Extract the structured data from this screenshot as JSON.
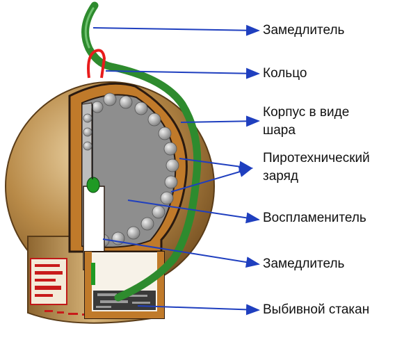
{
  "colors": {
    "outline": "#2a1a10",
    "shell": "#b88a48",
    "interior": "#8a8a8a",
    "pellet": "#a9a9a9",
    "fuse": "#2e8b2e",
    "ring": "#e81c1c",
    "arrow": "#1f3fbf"
  },
  "labels": {
    "fuse_top": "Замедлитель",
    "ring": "Кольцо",
    "body_line1": "Корпус в виде",
    "body_line2": "шара",
    "charge_line1": "Пиротехнический",
    "charge_line2": "заряд",
    "igniter": "Воспламенитель",
    "fuse_bottom": "Замедлитель",
    "cup": "Выбивной стакан"
  }
}
